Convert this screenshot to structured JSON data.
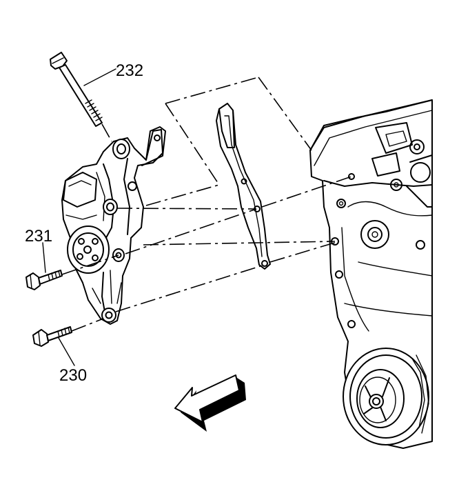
{
  "callouts": {
    "bolt_232": "232",
    "bolt_231": "231",
    "bolt_230": "230"
  },
  "icons": {
    "direction_arrow": "front-direction-arrow-icon"
  },
  "colors": {
    "ink": "#000000",
    "paper": "#ffffff"
  }
}
